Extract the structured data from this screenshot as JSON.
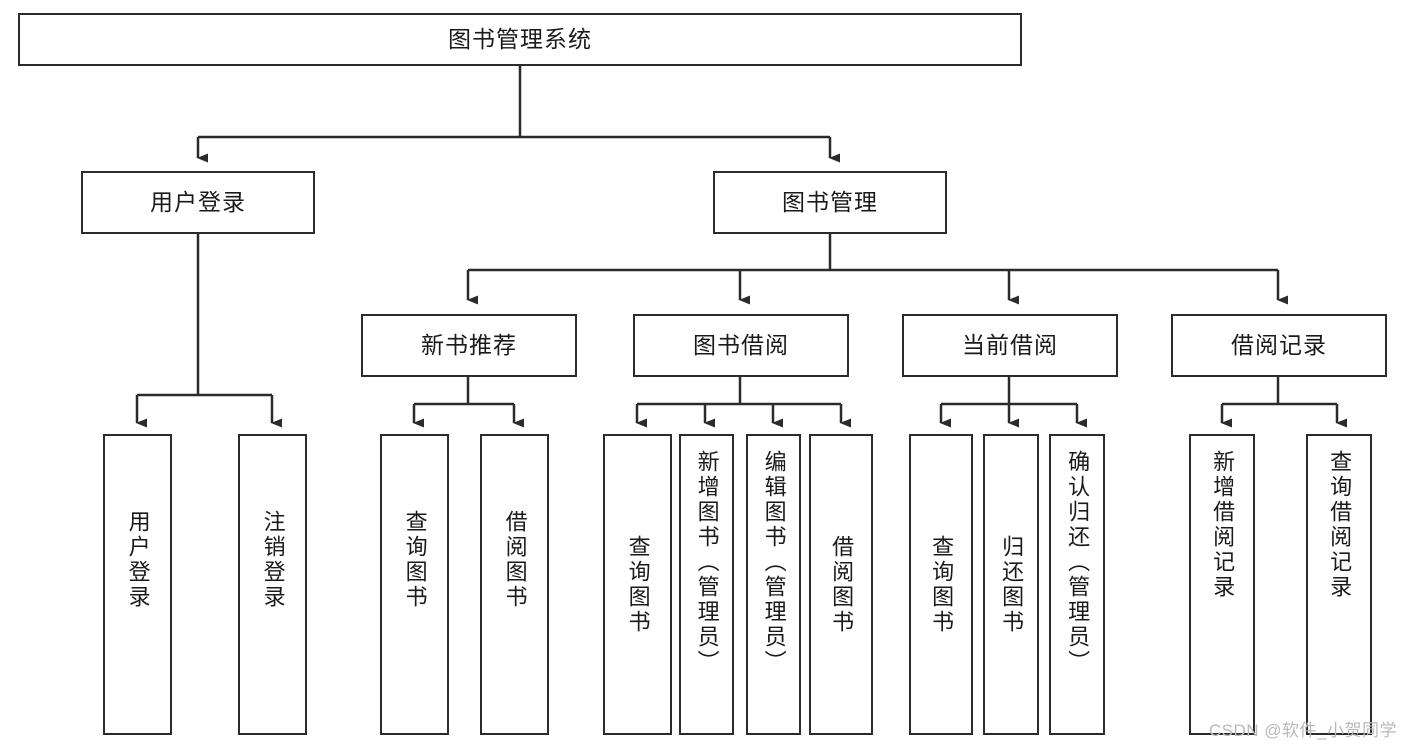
{
  "diagram": {
    "title": "图书管理系统",
    "type": "tree-hierarchy-diagram",
    "root": {
      "label": "图书管理系统"
    },
    "level2": [
      {
        "label": "用户登录"
      },
      {
        "label": "图书管理"
      }
    ],
    "level3": [
      {
        "label": "新书推荐"
      },
      {
        "label": "图书借阅"
      },
      {
        "label": "当前借阅"
      },
      {
        "label": "借阅记录"
      }
    ],
    "leaves_user_login": [
      {
        "label": "用户登录"
      },
      {
        "label": "注销登录"
      }
    ],
    "leaves_new_book": [
      {
        "label": "查询图书"
      },
      {
        "label": "借阅图书"
      }
    ],
    "leaves_borrow": [
      {
        "label": "查询图书"
      },
      {
        "label": "新增图书（管理员）"
      },
      {
        "label": "编辑图书（管理员）"
      },
      {
        "label": "借阅图书"
      }
    ],
    "leaves_current": [
      {
        "label": "查询图书"
      },
      {
        "label": "归还图书"
      },
      {
        "label": "确认归还（管理员）"
      }
    ],
    "leaves_records": [
      {
        "label": "新增借阅记录"
      },
      {
        "label": "查询借阅记录"
      }
    ]
  },
  "watermark": {
    "text": "CSDN @软件_小贺同学"
  },
  "colors": {
    "stroke": "#2b2b2b",
    "background": "#ffffff",
    "text": "#1a1a1a",
    "watermark": "#b9b9b9"
  }
}
